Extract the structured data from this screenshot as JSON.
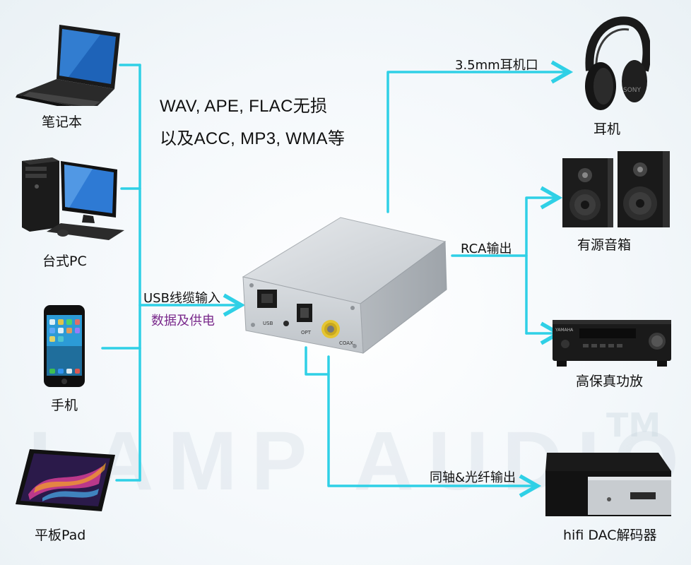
{
  "formats": {
    "line1": "WAV, APE, FLAC无损",
    "line2": "以及ACC, MP3, WMA等"
  },
  "input": {
    "label_line1": "USB线缆输入",
    "label_line2": "数据及供电"
  },
  "sources": [
    {
      "label": "笔记本",
      "icon": "laptop-icon"
    },
    {
      "label": "台式PC",
      "icon": "desktop-pc-icon"
    },
    {
      "label": "手机",
      "icon": "phone-icon"
    },
    {
      "label": "平板Pad",
      "icon": "tablet-icon"
    }
  ],
  "outputs": {
    "headphone_port": "3.5mm耳机口",
    "rca": "RCA输出",
    "coax_optical": "同轴&光纤输出"
  },
  "targets": [
    {
      "label": "耳机",
      "icon": "headphones-icon"
    },
    {
      "label": "有源音箱",
      "icon": "speakers-icon"
    },
    {
      "label": "高保真功放",
      "icon": "amplifier-icon"
    },
    {
      "label": "hifi DAC解码器",
      "icon": "dac-icon"
    }
  ],
  "device": {
    "port_usb": "USB",
    "port_opt": "OPT",
    "port_coax": "COAX.",
    "headphone_brand": "SONY",
    "amp_brand": "YAMAHA"
  },
  "watermark": {
    "text": "LAMP AUDIO",
    "tm": "TM"
  },
  "colors": {
    "wire": "#2fd0e6",
    "arrow": "#2fd0e6",
    "purple": "#7a2a8c"
  }
}
